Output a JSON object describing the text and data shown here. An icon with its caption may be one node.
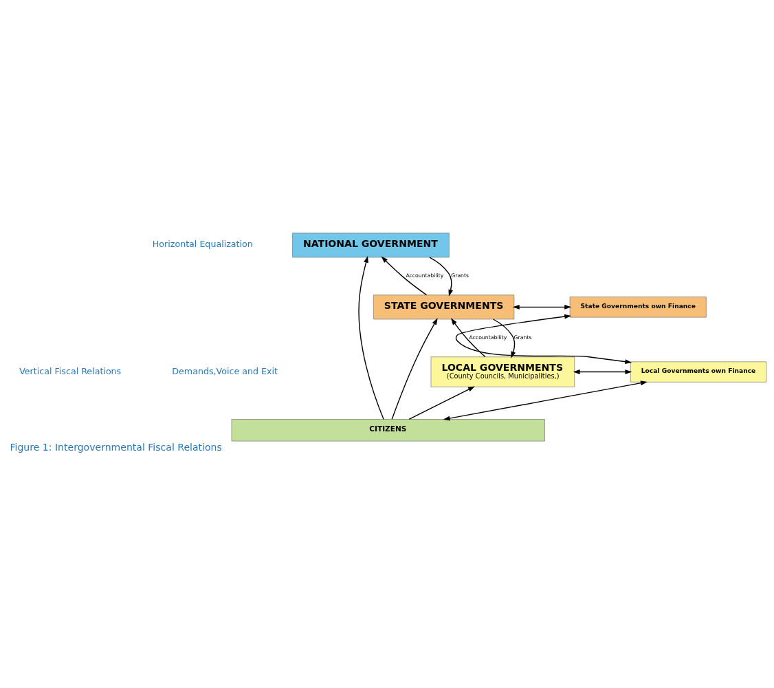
{
  "diagram": {
    "caption": "Figure 1: Intergovernmental Fiscal Relations",
    "nodes": [
      {
        "text": [
          "NATIONAL GOVERNMENT"
        ]
      },
      {
        "text": [
          "STATE GOVERNMENTS"
        ]
      },
      {
        "text": [
          "State Governments own Finance"
        ]
      },
      {
        "text": [
          "LOCAL GOVERNMENTS",
          "(County Councils, Municipalities,)"
        ]
      },
      {
        "text": [
          "Local Governments own Finance"
        ]
      },
      {
        "text": [
          "CITIZENS"
        ]
      }
    ],
    "edges": [
      {
        "from": 5,
        "to": 0,
        "arrow": "to"
      },
      {
        "from": 5,
        "to": 1,
        "arrow": "to"
      },
      {
        "from": 5,
        "to": 3,
        "arrow": "to"
      },
      {
        "from": 1,
        "to": 0,
        "arrow": "to",
        "label": "Accountability"
      },
      {
        "from": 0,
        "to": 1,
        "arrow": "to",
        "label": "Grants"
      },
      {
        "from": 1,
        "to": 2,
        "arrow": "both"
      },
      {
        "from": 3,
        "to": 1,
        "arrow": "to",
        "label": "Accountability"
      },
      {
        "from": 1,
        "to": 3,
        "arrow": "to",
        "label": "Grants"
      },
      {
        "from": 2,
        "to": 4,
        "arrow": "both"
      },
      {
        "from": 3,
        "to": 4,
        "arrow": "both"
      },
      {
        "from": 4,
        "to": 5,
        "arrow": "both"
      }
    ],
    "labels": [
      "Vertical Fiscal Relations",
      "Demands,Voice and Exit",
      "Horizontal Equalization"
    ]
  }
}
